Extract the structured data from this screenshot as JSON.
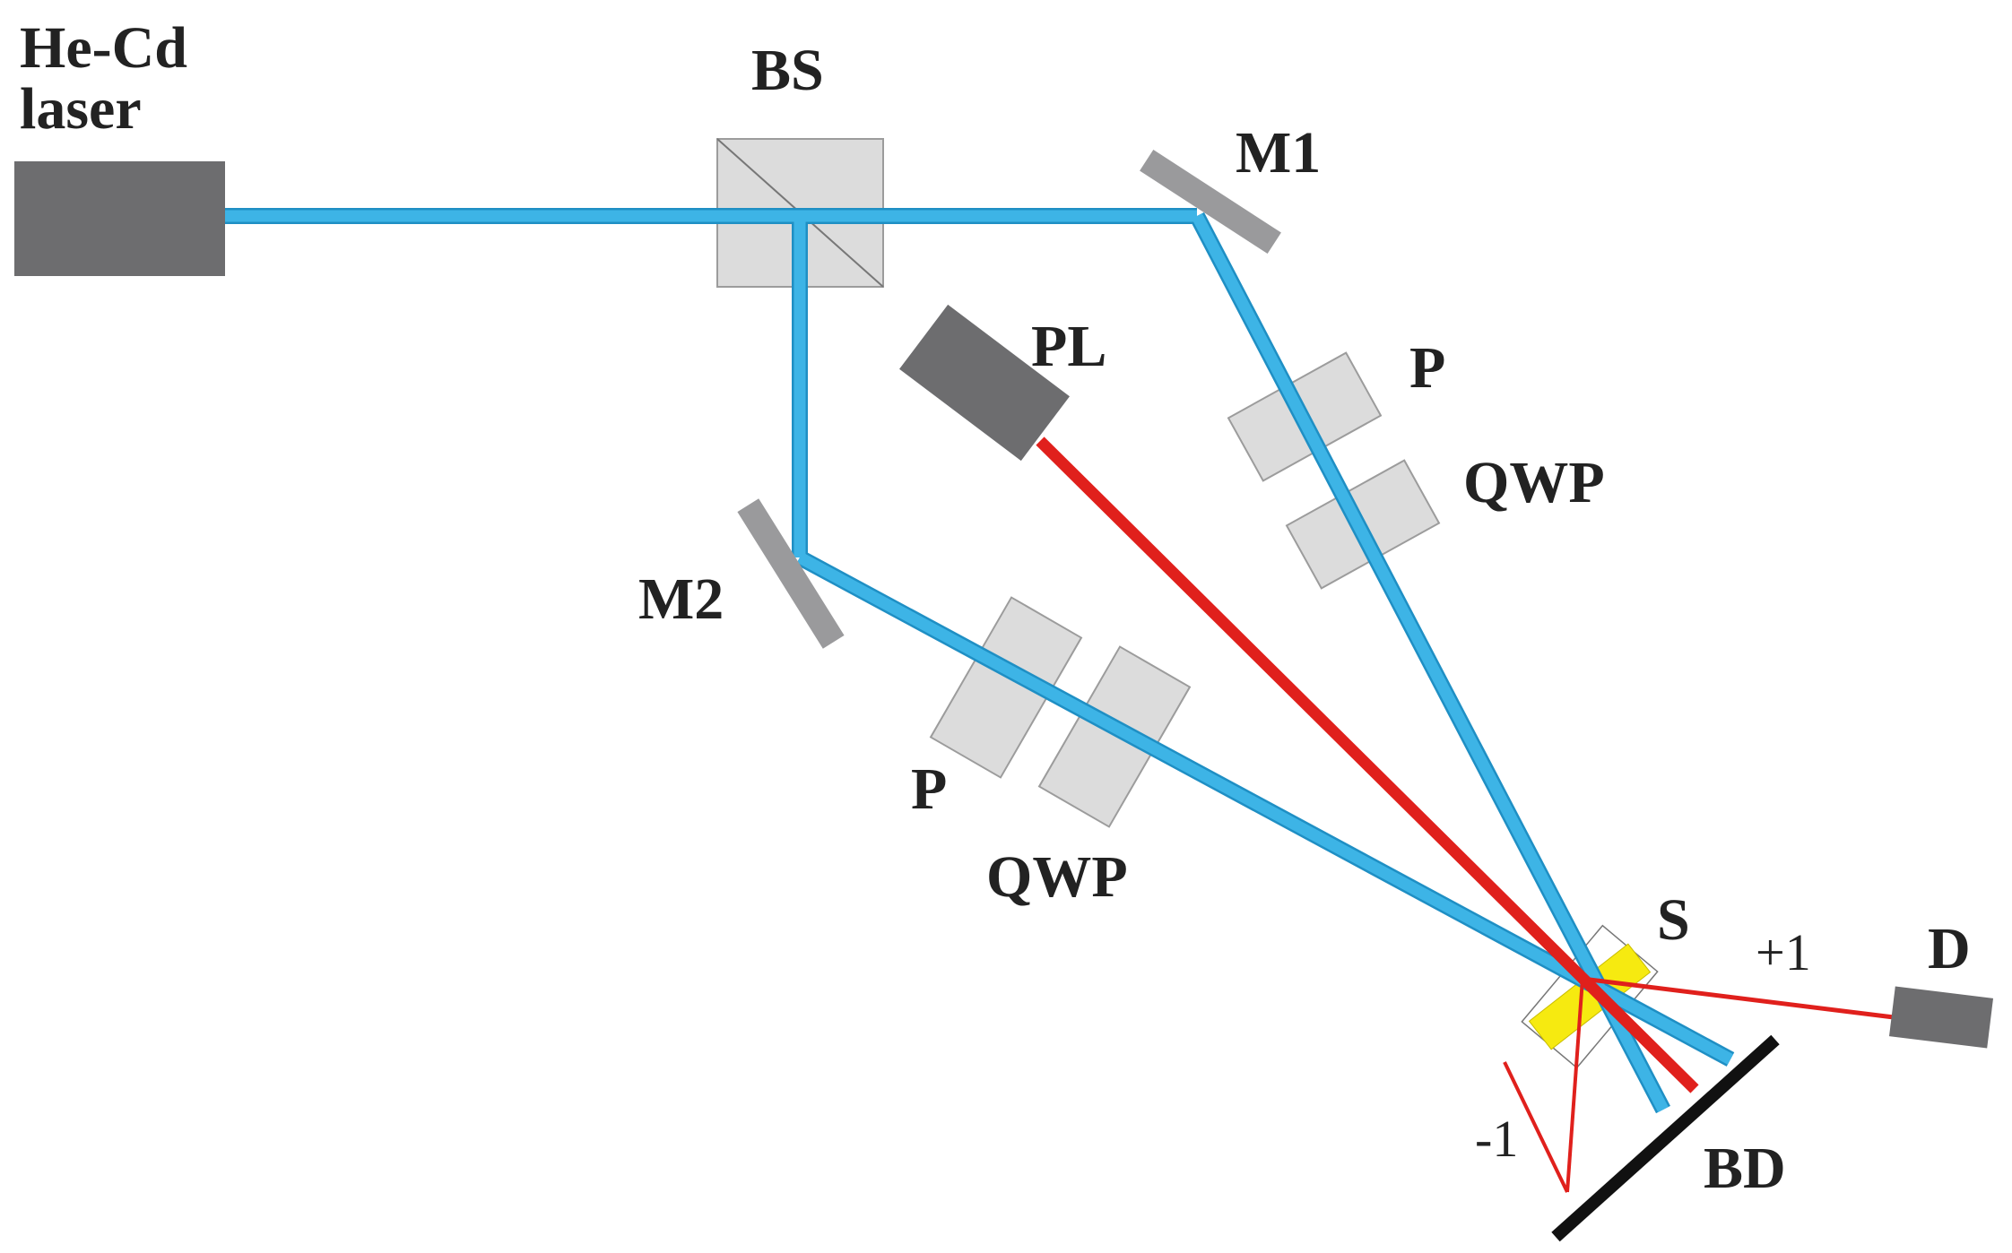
{
  "labels": {
    "laser_line1": "He-Cd",
    "laser_line2": "laser",
    "bs": "BS",
    "m1": "M1",
    "m2": "M2",
    "pl": "PL",
    "p_upper": "P",
    "qwp_upper": "QWP",
    "p_lower": "P",
    "qwp_lower": "QWP",
    "s": "S",
    "d": "D",
    "bd": "BD",
    "order_plus": "+1",
    "order_minus": "-1"
  },
  "colors": {
    "blue_beam": "#3db4e6",
    "blue_beam_edge": "#1f8fc4",
    "red_beam": "#e0201c",
    "component_dark": "#6d6d6f",
    "component_gray": "#9a9a9c",
    "optic_light": "#dcdcdc",
    "optic_edge": "#9c9c9c",
    "sample_yellow": "#f6ea10",
    "beam_dump": "#111111"
  }
}
